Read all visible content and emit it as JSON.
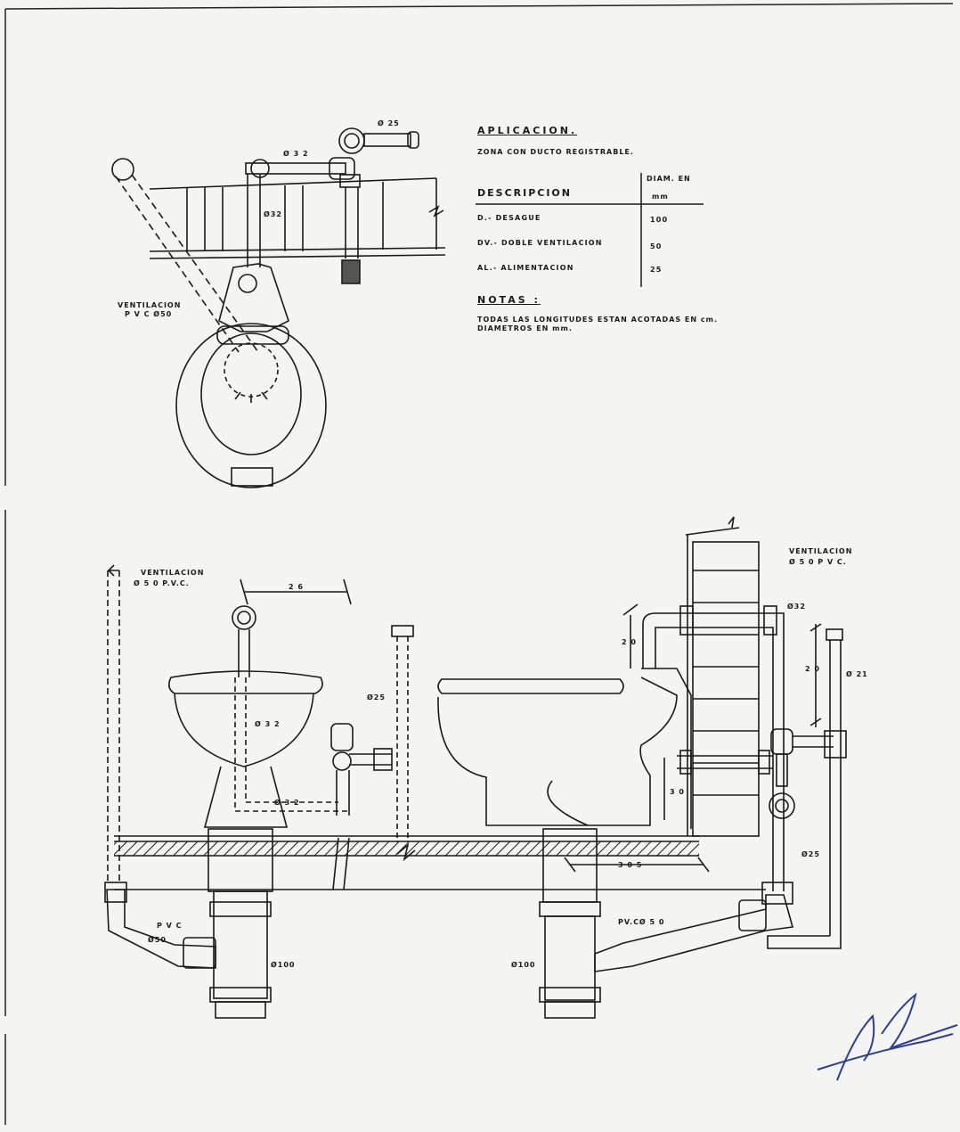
{
  "top_view": {
    "dim_d25": "Ø 25",
    "dim_d32": "Ø 3 2",
    "dim_d32_vertical": "Ø32",
    "vent_label_1": "VENTILACION",
    "vent_label_2": "P V C Ø50"
  },
  "info": {
    "aplicacion_title": "APLICACION.",
    "aplicacion_text": "ZONA  CON  DUCTO  REGISTRABLE.",
    "table_header_diam_1": "DIAM. EN",
    "table_header_diam_2": "mm",
    "table_header_desc": "DESCRIPCION",
    "rows": [
      {
        "desc": "D.- DESAGUE",
        "diam": "100"
      },
      {
        "desc": "DV.- DOBLE  VENTILACION",
        "diam": "50"
      },
      {
        "desc": "AL.- ALIMENTACION",
        "diam": "25"
      }
    ],
    "notas_title": "NOTAS :",
    "notas_line1": "TODAS LAS LONGITUDES  ESTAN ACOTADAS  EN  cm.",
    "notas_line2": "DIAMETROS  EN   mm."
  },
  "elevation": {
    "vent_left_1": "VENTILACION",
    "vent_left_2": "Ø 5 0 P.V.C.",
    "dim_26": "2 6",
    "dim_d32_bidet": "Ø 3 2",
    "dim_d32_trap": "Ø 3 2",
    "dim_d25_left": "Ø25",
    "pvc_label": "P V C",
    "pvc_d50": "Ø50",
    "d100_left": "Ø100",
    "dim_20_top": "2 0",
    "dim_20_mid": "2 0",
    "dim_30": "3 0",
    "dim_305": "3 0 5",
    "vent_right_1": "VENTILACION",
    "vent_right_2": "Ø 5 0 P V C.",
    "dim_d32_right": "Ø32",
    "dim_d21": "Ø 21",
    "dim_d25_right": "Ø25",
    "pvc_d50_right": "PV.CØ 5 0",
    "d100_right": "Ø100"
  }
}
